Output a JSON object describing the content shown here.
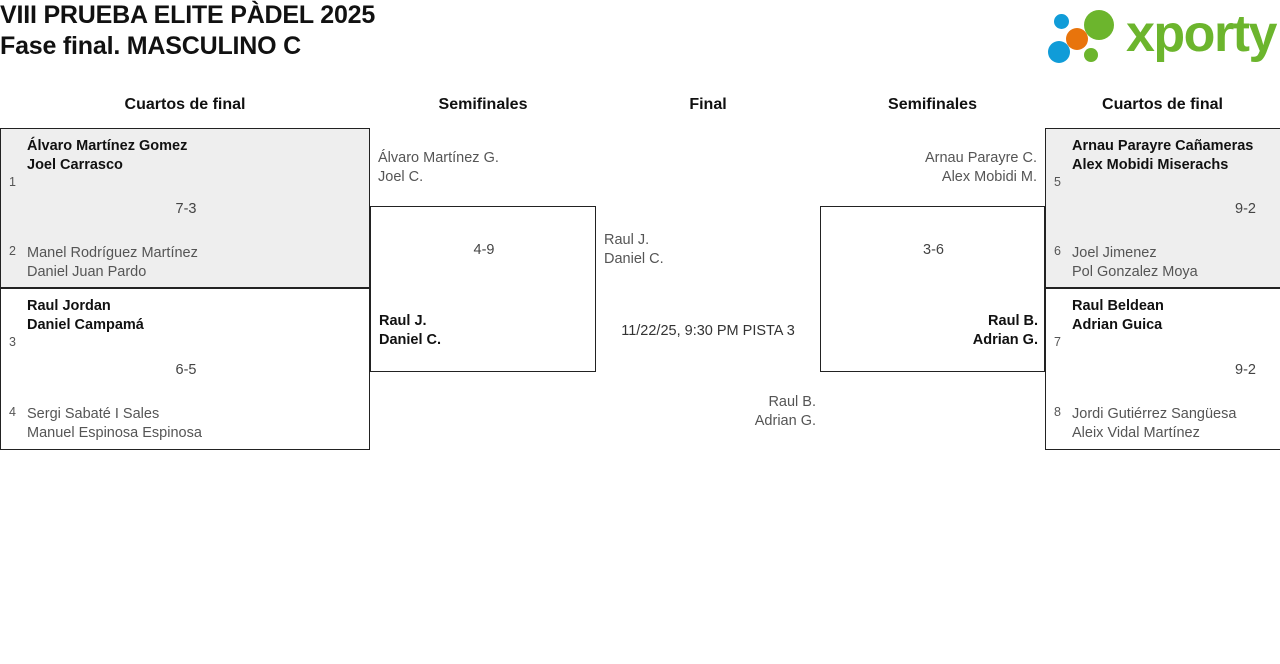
{
  "header": {
    "title_line1": "VIII PRUEBA ELITE PÀDEL 2025",
    "title_line2": "Fase final. MASCULINO C",
    "logo_word": "xporty",
    "brand_green": "#6cb52d",
    "brand_blue": "#109cd8",
    "brand_orange": "#e8740c"
  },
  "rounds": [
    {
      "label": "Cuartos de final"
    },
    {
      "label": "Semifinales"
    },
    {
      "label": "Final"
    },
    {
      "label": "Semifinales"
    },
    {
      "label": "Cuartos de final"
    }
  ],
  "bracket": {
    "left_quarters": [
      {
        "score": "7-3",
        "top": {
          "seed": "1",
          "line1": "Álvaro Martínez Gomez",
          "line2": "Joel Carrasco",
          "winner": true
        },
        "bottom": {
          "seed": "2",
          "line1": "Manel Rodríguez Martínez",
          "line2": "Daniel Juan Pardo",
          "winner": false
        }
      },
      {
        "score": "6-5",
        "top": {
          "seed": "3",
          "line1": "Raul Jordan",
          "line2": "Daniel Campamá",
          "winner": true
        },
        "bottom": {
          "seed": "4",
          "line1": "Sergi Sabaté I Sales",
          "line2": "Manuel Espinosa Espinosa",
          "winner": false
        }
      }
    ],
    "left_semifinal": {
      "score": "4-9",
      "top": {
        "line1": "Álvaro Martínez G.",
        "line2": "Joel C.",
        "winner": false
      },
      "bottom": {
        "line1": "Raul J.",
        "line2": "Daniel C.",
        "winner": true
      }
    },
    "final": {
      "schedule": "11/22/25, 9:30 PM PISTA 3",
      "top": {
        "line1": "Raul J.",
        "line2": "Daniel C.",
        "winner": false
      },
      "bottom": {
        "line1": "Raul B.",
        "line2": "Adrian G.",
        "winner": false
      }
    },
    "right_semifinal": {
      "score": "3-6",
      "top": {
        "line1": "Arnau Parayre C.",
        "line2": "Alex Mobidi M.",
        "winner": false
      },
      "bottom": {
        "line1": "Raul B.",
        "line2": "Adrian G.",
        "winner": true
      }
    },
    "right_quarters": [
      {
        "score": "9-2",
        "top": {
          "seed": "5",
          "line1": "Arnau Parayre Cañameras",
          "line2": "Alex Mobidi Miserachs",
          "winner": true
        },
        "bottom": {
          "seed": "6",
          "line1": "Joel Jimenez",
          "line2": "Pol Gonzalez Moya",
          "winner": false
        }
      },
      {
        "score": "9-2",
        "top": {
          "seed": "7",
          "line1": "Raul Beldean",
          "line2": "Adrian Guica",
          "winner": true
        },
        "bottom": {
          "seed": "8",
          "line1": "Jordi Gutiérrez Sangüesa",
          "line2": "Aleix Vidal Martínez",
          "winner": false
        }
      }
    ]
  }
}
